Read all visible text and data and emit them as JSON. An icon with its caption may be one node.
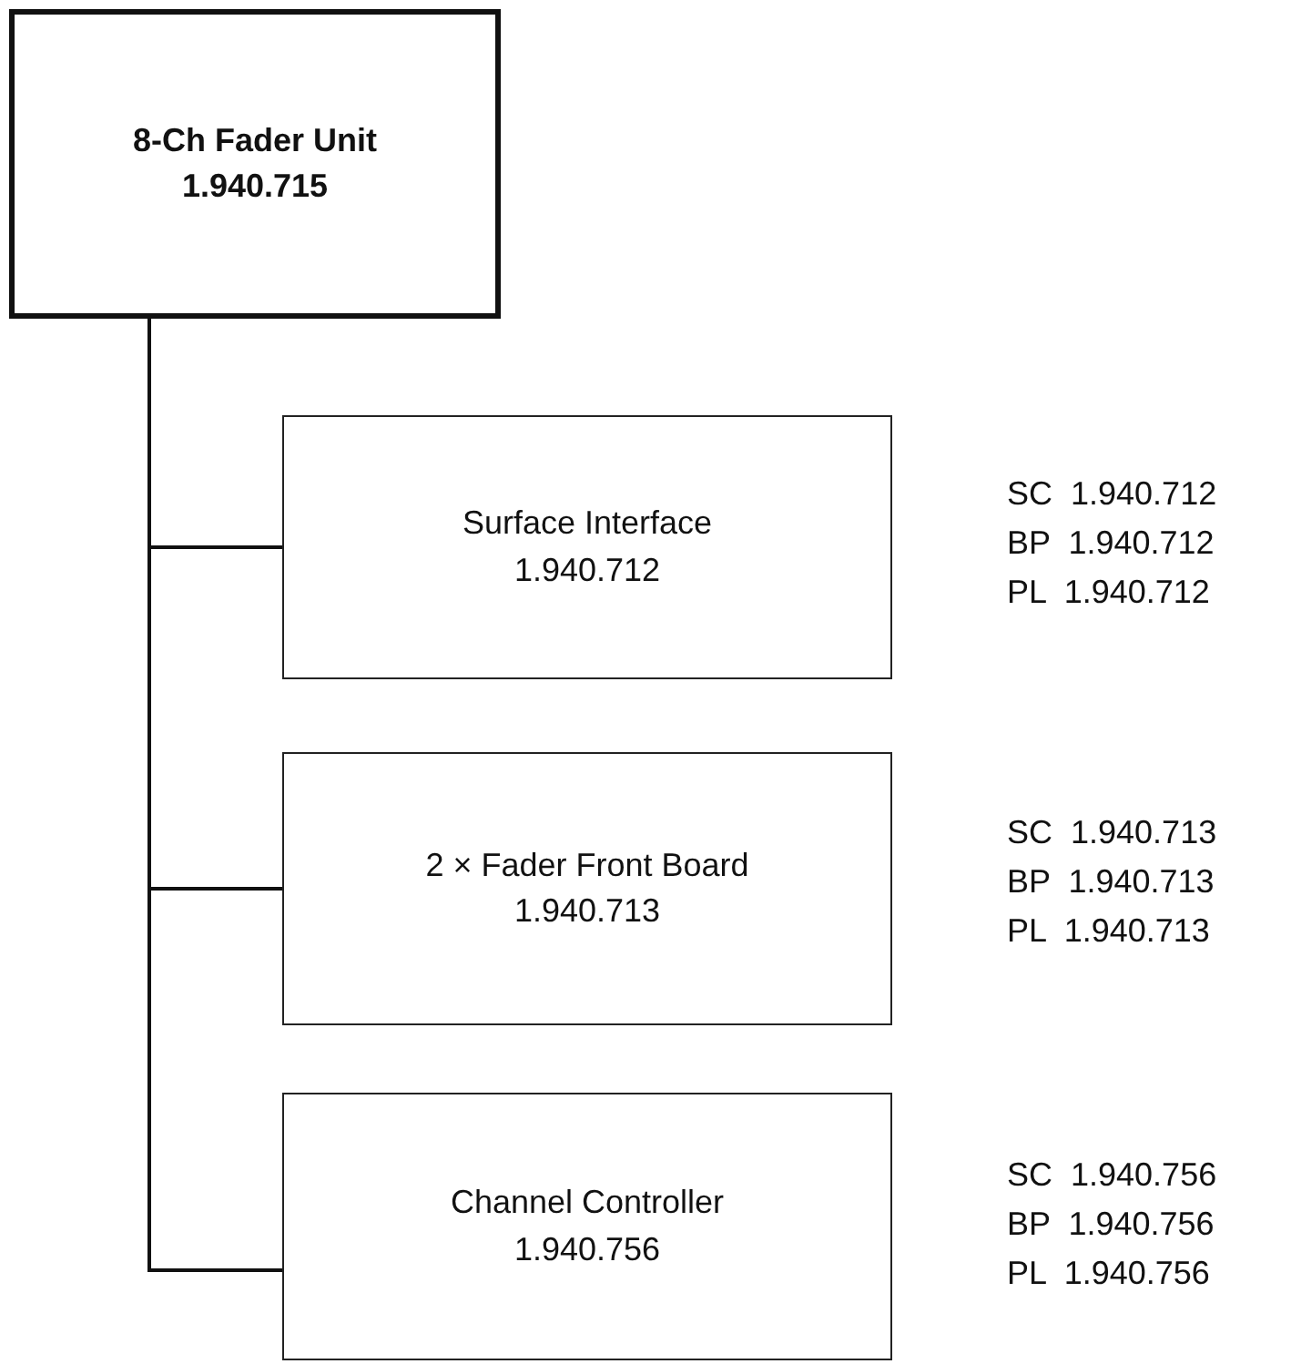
{
  "diagram": {
    "nodes": [
      {
        "text": [
          "8-Ch Fader Unit",
          "1.940.715"
        ]
      },
      {
        "text": [
          "Surface Interface",
          "1.940.712"
        ],
        "beside": [
          "SC 1.940.712",
          "BP 1.940.712",
          "PL 1.940.712"
        ]
      },
      {
        "text": [
          "2 × Fader Front Board",
          "1.940.713"
        ],
        "beside": [
          "SC 1.940.713",
          "BP 1.940.713",
          "PL 1.940.713"
        ]
      },
      {
        "text": [
          "Channel Controller",
          "1.940.756"
        ],
        "beside": [
          "SC 1.940.756",
          "BP 1.940.756",
          "PL 1.940.756"
        ]
      }
    ],
    "edges": [
      {
        "from": 0,
        "to": 1,
        "arrow": "none"
      },
      {
        "from": 0,
        "to": 2,
        "arrow": "none"
      },
      {
        "from": 0,
        "to": 3,
        "arrow": "none"
      }
    ]
  }
}
